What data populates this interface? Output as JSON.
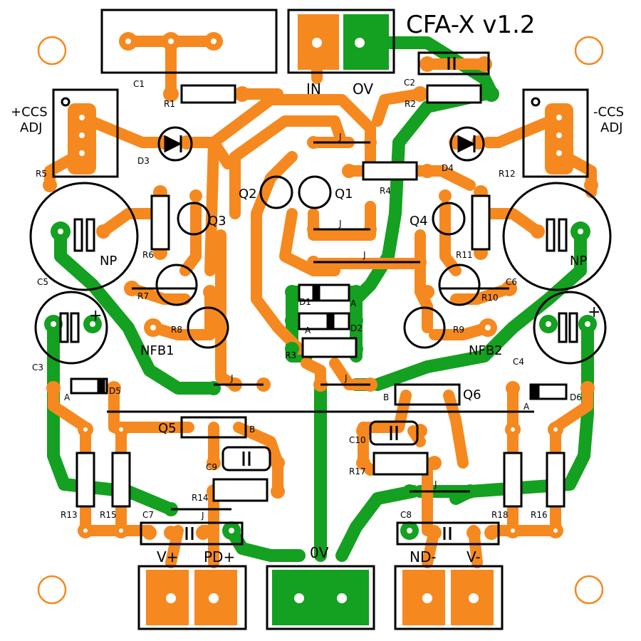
{
  "board_title": "CFA-X v1.2",
  "colors": {
    "top_copper": "#f5891f",
    "ground_copper": "#14a020",
    "silkscreen": "#000000",
    "background": "#ffffff"
  },
  "labels": {
    "C1": "C1",
    "R1": "R1",
    "IN": "IN",
    "OV_top": "OV",
    "C2": "C2",
    "R2": "R2",
    "plus_ccs": "+CCS",
    "adj_left": "ADJ",
    "minus_ccs": "-CCS",
    "adj_right": "ADJ",
    "R5": "R5",
    "D3": "D3",
    "R12": "R12",
    "D4": "D4",
    "R4": "R4",
    "Q2": "Q2",
    "Q1": "Q1",
    "Q3": "Q3",
    "Q4": "Q4",
    "R6": "R6",
    "R11": "R11",
    "NP_left": "NP",
    "NP_right": "NP",
    "C5": "C5",
    "C6": "C6",
    "R7": "R7",
    "R10": "R10",
    "D1": "D1",
    "D2": "D2",
    "R3": "R3",
    "R8": "R8",
    "R9": "R9",
    "NFB1": "NFB1",
    "NFB2": "NFB2",
    "C3": "C3",
    "C4": "C4",
    "D5": "D5",
    "D6": "D6",
    "Q5": "Q5",
    "Q6": "Q6",
    "C9": "C9",
    "C10": "C10",
    "R14": "R14",
    "R17": "R17",
    "R13": "R13",
    "R15": "R15",
    "R18": "R18",
    "R16": "R16",
    "C7": "C7",
    "C8": "C8",
    "V_plus": "V+",
    "PD_plus": "PD+",
    "OV_bottom": "0V",
    "ND_minus": "ND-",
    "V_minus": "V-",
    "J": "J",
    "A": "A",
    "B": "B",
    "plus": "+"
  }
}
